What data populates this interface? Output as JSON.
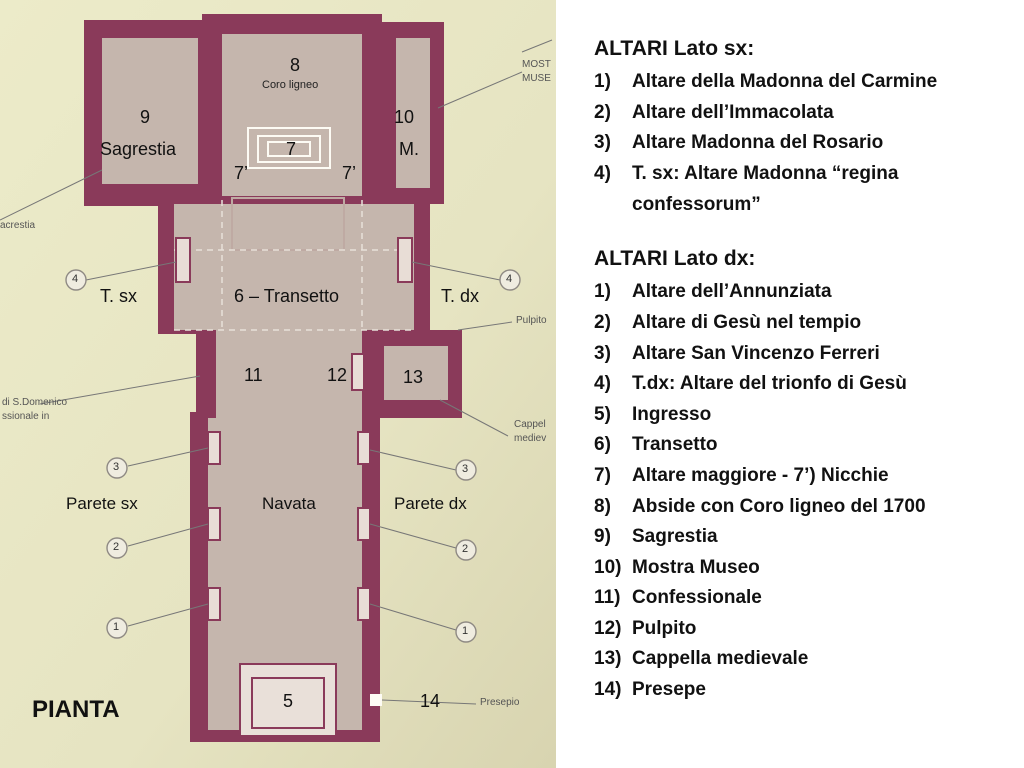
{
  "plan": {
    "labels": {
      "coro_num": "8",
      "coro_text": "Coro ligneo",
      "sagrestia_num": "9",
      "sagrestia_text": "Sagrestia",
      "museo_num": "10",
      "museo_text": "M.",
      "altare_num": "7",
      "nicchia_left": "7’",
      "nicchia_right": "7’",
      "t_sx": "T. sx",
      "transetto": "6 – Transetto",
      "t_dx": "T. dx",
      "confessionale_num": "11",
      "pulpito_num": "12",
      "cappella_num": "13",
      "parete_sx": "Parete sx",
      "navata": "Navata",
      "parete_dx": "Parete dx",
      "ingresso_num": "5",
      "presepe_num": "14",
      "pianta": "PIANTA"
    },
    "circled": {
      "left_4": "4",
      "right_4": "4",
      "left_3": "3",
      "right_3": "3",
      "left_2": "2",
      "right_2": "2",
      "left_1": "1",
      "right_1": "1"
    },
    "printed": {
      "acrestia": "acrestia",
      "mostra_1": "MOST",
      "mostra_2": "MUSE",
      "pulpito": "Pulpito",
      "sdomenico_1": "di S.Domenico",
      "sdomenico_2": "ssionale in",
      "cappella_1": "Cappel",
      "cappella_2": "mediev",
      "presepio": "Presepio"
    },
    "colors": {
      "wall": "#8a3a5a",
      "floor": "#c5b6ad",
      "background": "#ecebc9"
    }
  },
  "legend": {
    "sx_title": "ALTARI Lato sx:",
    "sx_items": [
      {
        "num": "1)",
        "text": "Altare della Madonna del Carmine"
      },
      {
        "num": "2)",
        "text": "Altare dell’Immacolata"
      },
      {
        "num": "3)",
        "text": "Altare Madonna del Rosario"
      },
      {
        "num": "4)",
        "text": "T. sx: Altare Madonna “regina confessorum”"
      }
    ],
    "dx_title": "ALTARI Lato dx:",
    "dx_items": [
      {
        "num": "1)",
        "text": "Altare dell’Annunziata"
      },
      {
        "num": "2)",
        "text": "Altare di Gesù nel tempio"
      },
      {
        "num": "3)",
        "text": "Altare San Vincenzo Ferreri"
      },
      {
        "num": "4)",
        "text": "T.dx: Altare del trionfo di Gesù"
      },
      {
        "num": "5)",
        "text": "Ingresso"
      },
      {
        "num": "6)",
        "text": "Transetto"
      },
      {
        "num": "7)",
        "text": "Altare maggiore - 7’) Nicchie"
      },
      {
        "num": "8)",
        "text": "Abside con Coro ligneo del 1700"
      },
      {
        "num": "9)",
        "text": "Sagrestia"
      },
      {
        "num": "10)",
        "text": "Mostra Museo"
      },
      {
        "num": "11)",
        "text": "Confessionale"
      },
      {
        "num": "12)",
        "text": "Pulpito"
      },
      {
        "num": "13)",
        "text": "Cappella medievale"
      },
      {
        "num": "14)",
        "text": "Presepe"
      }
    ]
  }
}
